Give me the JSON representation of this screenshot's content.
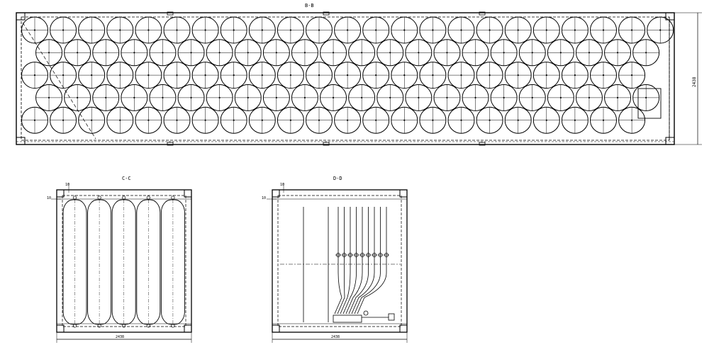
{
  "views": {
    "top": {
      "title": "B-B",
      "height_dim": "2438",
      "rows": [
        23,
        22,
        22,
        22,
        22
      ]
    },
    "front": {
      "title": "C-C",
      "width_dim": "2438",
      "dim_a": "10",
      "dim_b": "10",
      "tube_count": 5
    },
    "end": {
      "title": "D-D",
      "width_dim": "2438",
      "dim_a": "10",
      "dim_b": "10",
      "valve_count": 9
    }
  },
  "colors": {
    "line": "#000000",
    "background": "#ffffff"
  }
}
